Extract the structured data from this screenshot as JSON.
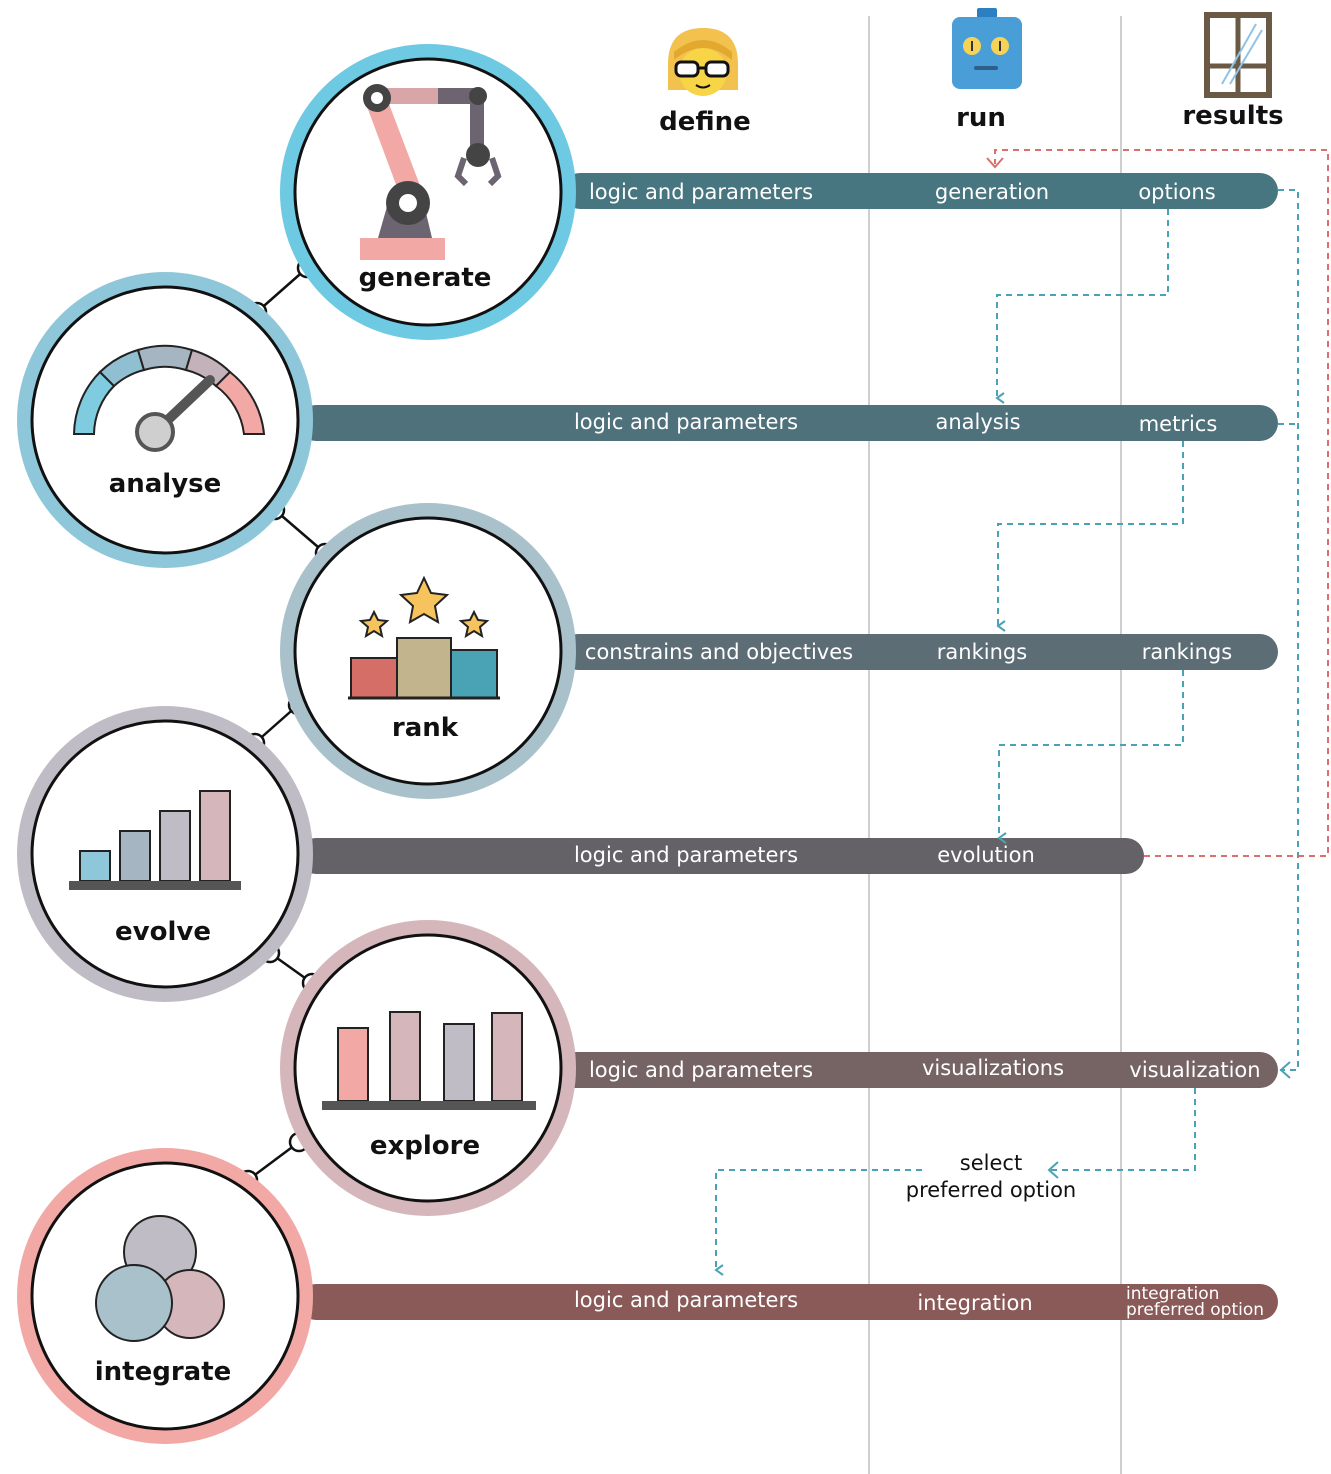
{
  "columns": {
    "define": "define",
    "run": "run",
    "results": "results"
  },
  "steps": [
    {
      "name": "generate",
      "ring_color": "#6ec9e2",
      "bar_color": "#477680",
      "define": "logic and parameters",
      "run": "generation",
      "results": "options"
    },
    {
      "name": "analyse",
      "ring_color": "#8fc7da",
      "bar_color": "#4f717b",
      "define": "logic and parameters",
      "run": "analysis",
      "results": "metrics"
    },
    {
      "name": "rank",
      "ring_color": "#a8c1cb",
      "bar_color": "#5c6d76",
      "define": "constrains and objectives",
      "run": "rankings",
      "results": "rankings"
    },
    {
      "name": "evolve",
      "ring_color": "#c0bcc5",
      "bar_color": "#646267",
      "define": "logic and parameters",
      "run": "evolution",
      "results": ""
    },
    {
      "name": "explore",
      "ring_color": "#d5b7bb",
      "bar_color": "#766465",
      "define": "logic and parameters",
      "run": "visualizations",
      "results": "visualization"
    },
    {
      "name": "integrate",
      "ring_color": "#f2a9a6",
      "bar_color": "#8a5a58",
      "define": "logic and parameters",
      "run": "integration",
      "results_line1": "integration",
      "results_line2": "preferred option"
    }
  ],
  "select_label_line1": "select",
  "select_label_line2": "preferred option",
  "icons": {
    "define": "person-with-glasses-icon",
    "run": "robot-icon",
    "results": "window-icon",
    "generate": "robot-arm-icon",
    "analyse": "gauge-icon",
    "rank": "podium-stars-icon",
    "evolve": "ascending-bars-icon",
    "explore": "bar-chart-icon",
    "integrate": "venn-circles-icon"
  },
  "colors": {
    "flow_arrow": "#4aa3b5",
    "feedback_arrow": "#d9706b",
    "divider": "#cfcfcf"
  }
}
